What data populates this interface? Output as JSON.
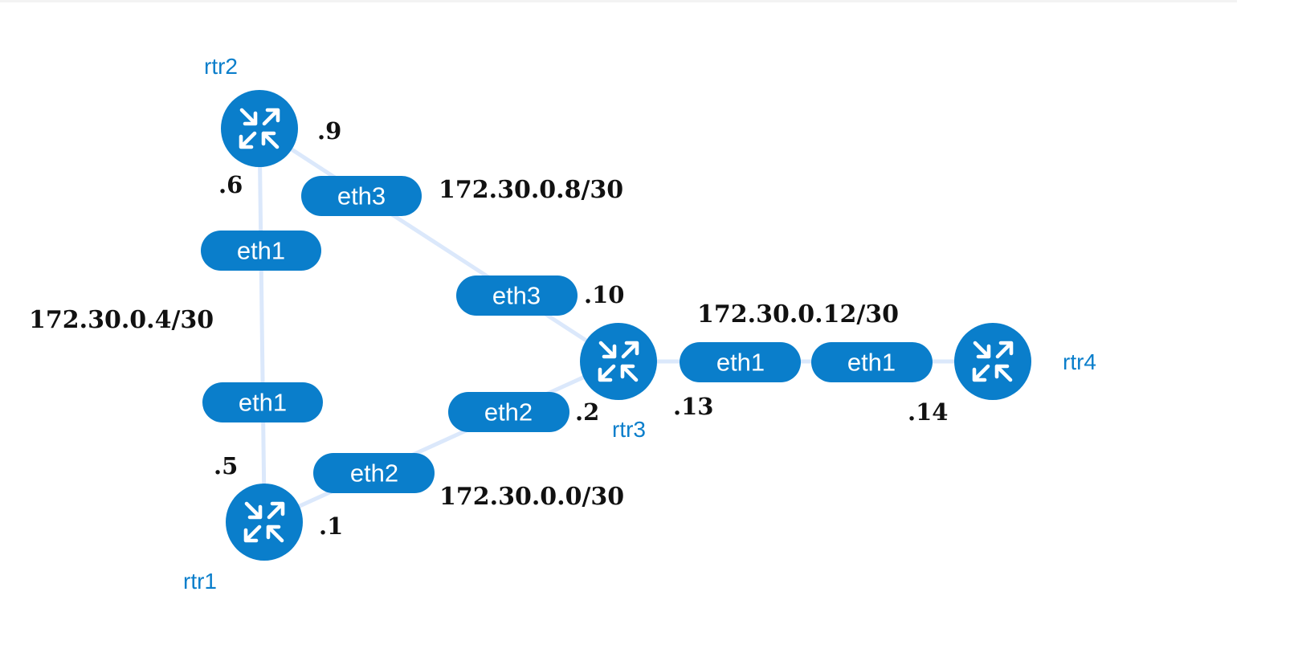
{
  "routers": {
    "rtr1": {
      "name": "rtr1",
      "icon": "router-icon"
    },
    "rtr2": {
      "name": "rtr2",
      "icon": "router-icon"
    },
    "rtr3": {
      "name": "rtr3",
      "icon": "router-icon"
    },
    "rtr4": {
      "name": "rtr4",
      "icon": "router-icon"
    }
  },
  "interfaces": {
    "rtr2_eth1": "eth1",
    "rtr2_eth3": "eth3",
    "rtr1_eth1": "eth1",
    "rtr1_eth2": "eth2",
    "rtr3_eth3": "eth3",
    "rtr3_eth2": "eth2",
    "rtr3_eth1": "eth1",
    "rtr4_eth1": "eth1"
  },
  "addresses": {
    "rtr2_eth3": ".9",
    "rtr2_eth1": ".6",
    "rtr1_eth1": ".5",
    "rtr1_eth2": ".1",
    "rtr3_eth3": ".10",
    "rtr3_eth2": ".2",
    "rtr3_eth1": ".13",
    "rtr4_eth1": ".14"
  },
  "subnets": {
    "rtr2_rtr3": "172.30.0.8/30",
    "rtr1_rtr2": "172.30.0.4/30",
    "rtr1_rtr3": "172.30.0.0/30",
    "rtr3_rtr4": "172.30.0.12/30"
  },
  "colors": {
    "router": "#0a7ecb",
    "link": "#dbe8fb",
    "label_text": "#111111"
  }
}
